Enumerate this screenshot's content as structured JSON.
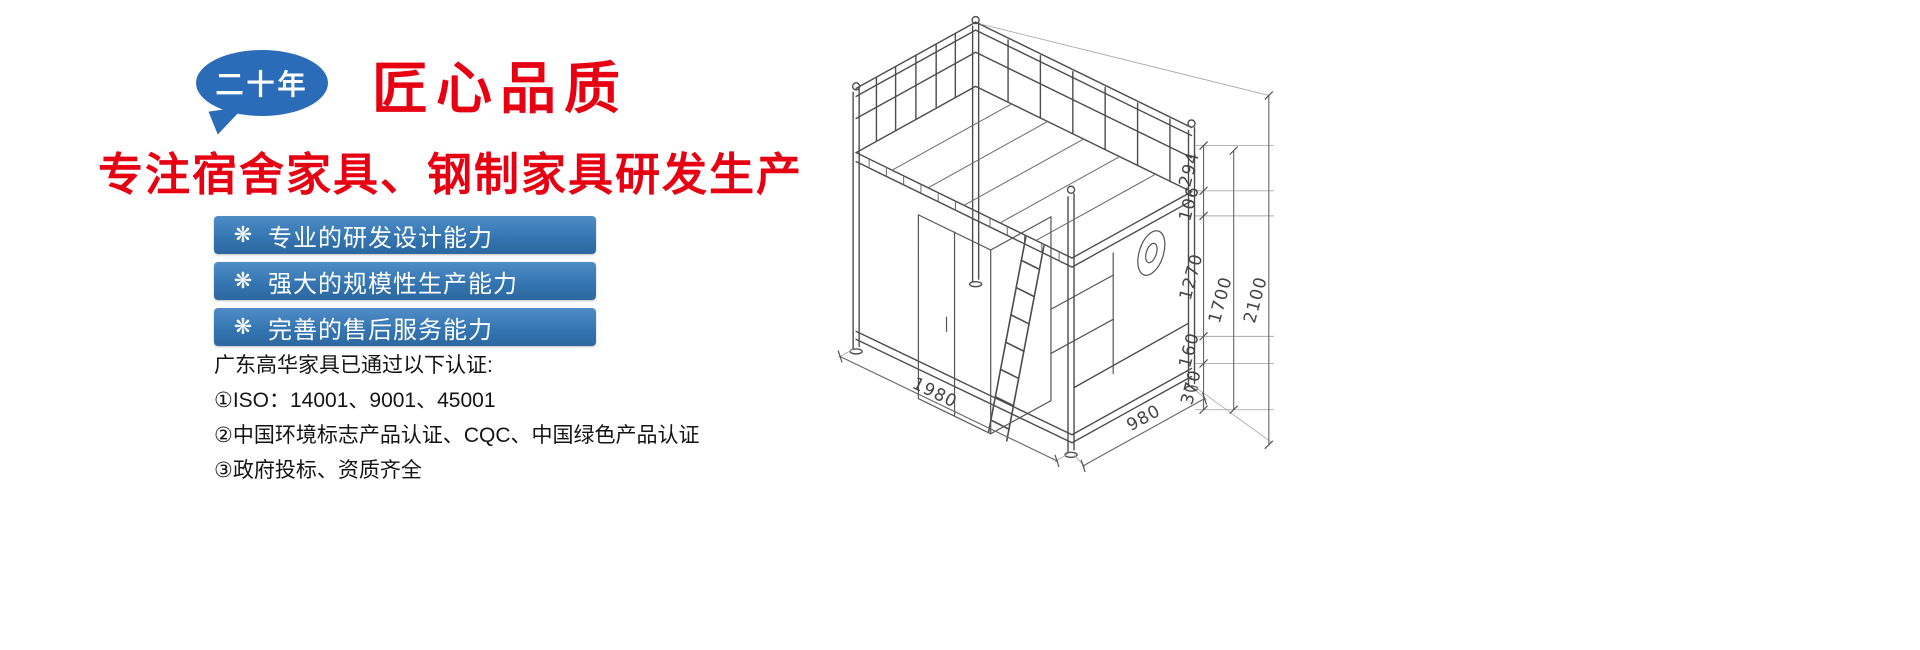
{
  "colors": {
    "accent_red": "#e60012",
    "bubble_blue": "#2b6cb8",
    "bar_blue": "#3374b0"
  },
  "badge": {
    "text": "二十年"
  },
  "hero": {
    "title": "匠心品质",
    "subtitle": "专注宿舍家具、钢制家具研发生产"
  },
  "features": {
    "icon": "❋",
    "items": [
      {
        "label": "专业的研发设计能力"
      },
      {
        "label": "强大的规模性生产能力"
      },
      {
        "label": "完善的售后服务能力"
      }
    ]
  },
  "certifications": {
    "intro": "广东高华家具已通过以下认证:",
    "items": [
      "①ISO：14001、9001、45001",
      "②中国环境标志产品认证、CQC、中国绿色产品认证",
      "③政府投标、资质齐全"
    ]
  },
  "diagram": {
    "description": "isometric dimension drawing of loft bed with wardrobe and ladder",
    "dims": {
      "d294": "294",
      "d106": "106",
      "d1270": "1270",
      "d1700": "1700",
      "d2100": "2100",
      "d160": "160",
      "d370": "370",
      "d1980": "1980",
      "d980": "980"
    }
  }
}
